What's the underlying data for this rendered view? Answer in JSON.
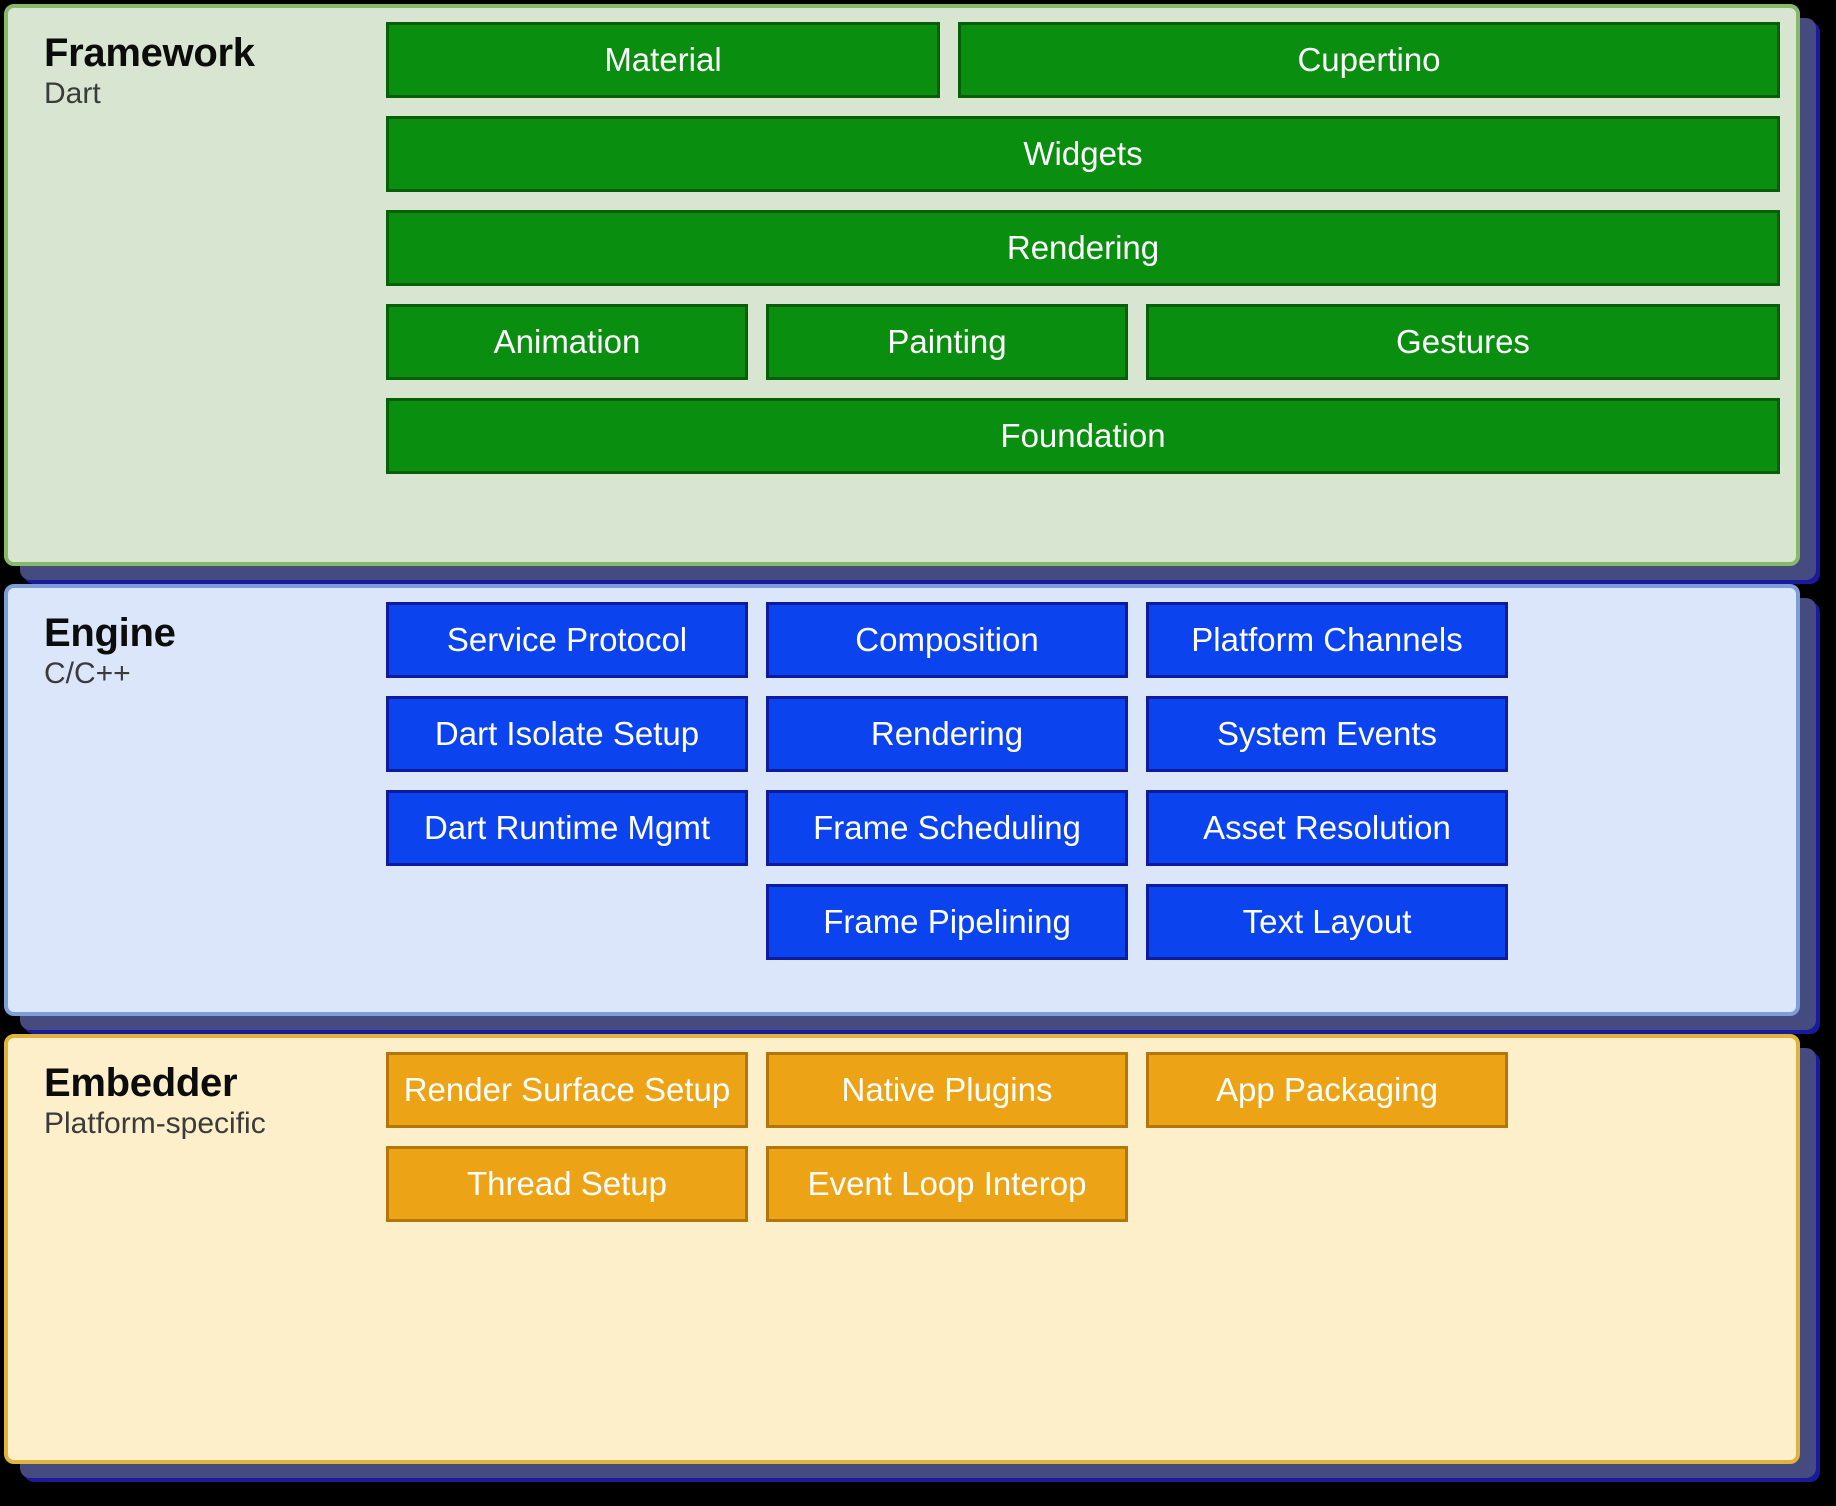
{
  "diagram": {
    "name": "Flutter Architectural Layers",
    "background_color": "#000000",
    "shadow_color": "#454b7e",
    "shadow_outline_color": "#1a1a9e"
  },
  "layers": [
    {
      "id": "framework",
      "title": "Framework",
      "subtitle": "Dart",
      "panel_color": "#d8e6d1",
      "panel_border_color": "#88b86a",
      "block_color": "#0a8e10",
      "block_border_color": "#075f07",
      "rows": [
        [
          "Material",
          "Cupertino"
        ],
        [
          "Widgets"
        ],
        [
          "Rendering"
        ],
        [
          "Animation",
          "Painting",
          "Gestures"
        ],
        [
          "Foundation"
        ]
      ]
    },
    {
      "id": "engine",
      "title": "Engine",
      "subtitle": "C/C++",
      "panel_color": "#dbe6fa",
      "panel_border_color": "#7d9ed6",
      "block_color": "#0b44ee",
      "block_border_color": "#0d1b9c",
      "rows": [
        [
          "Service Protocol",
          "Composition",
          "Platform Channels"
        ],
        [
          "Dart Isolate Setup",
          "Rendering",
          "System Events"
        ],
        [
          "Dart Runtime Mgmt",
          "Frame Scheduling",
          "Asset Resolution"
        ],
        [
          "",
          "Frame Pipelining",
          "Text Layout"
        ]
      ]
    },
    {
      "id": "embedder",
      "title": "Embedder",
      "subtitle": "Platform-specific",
      "panel_color": "#fcefc9",
      "panel_border_color": "#e0b43c",
      "block_color": "#eda316",
      "block_border_color": "#b4760a",
      "rows": [
        [
          "Render Surface Setup",
          "Native Plugins",
          "App Packaging"
        ],
        [
          "Thread Setup",
          "Event Loop Interop"
        ]
      ]
    }
  ]
}
